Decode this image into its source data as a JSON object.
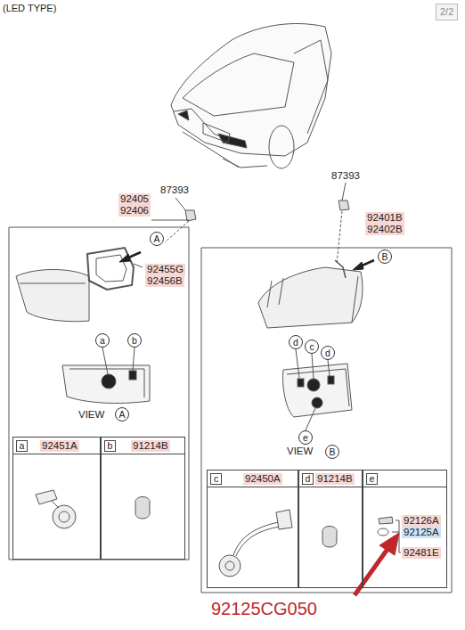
{
  "diagram": {
    "nodes": [
      {
        "text": [
          "A"
        ]
      },
      {
        "text": [
          "B"
        ]
      },
      {
        "text": [
          "a"
        ]
      },
      {
        "text": [
          "b"
        ]
      },
      {
        "text": [
          "d"
        ]
      },
      {
        "text": [
          "c"
        ]
      },
      {
        "text": [
          "d"
        ]
      },
      {
        "text": [
          "A"
        ]
      },
      {
        "text": [
          "e"
        ]
      },
      {
        "text": [
          "a",
          "92451A"
        ]
      },
      {
        "text": [
          "b",
          "91214B"
        ]
      },
      {
        "text": [
          "B"
        ]
      },
      {
        "text": [
          "c",
          "92450A"
        ]
      },
      {
        "text": [
          "d",
          "91214B"
        ]
      },
      {
        "text": [
          "e",
          "92126A",
          "92125A",
          "92481E"
        ]
      }
    ],
    "labels": [
      "(LED TYPE)",
      "2/2",
      "87393",
      "92405",
      "92406",
      "92455G",
      "92456B",
      "VIEW",
      "87393",
      "92401B",
      "92402B",
      "VIEW",
      "92125CG050"
    ]
  }
}
